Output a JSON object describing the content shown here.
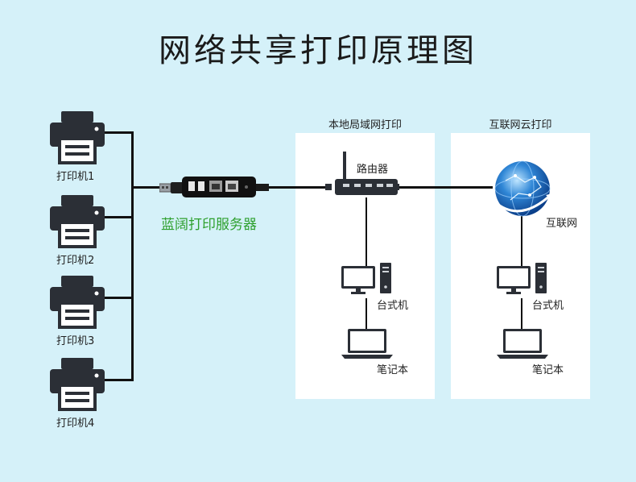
{
  "title": "网络共享打印原理图",
  "printers": [
    {
      "label": "打印机1"
    },
    {
      "label": "打印机2"
    },
    {
      "label": "打印机3"
    },
    {
      "label": "打印机4"
    }
  ],
  "server": {
    "label": "蓝阔打印服务器"
  },
  "lan": {
    "title": "本地局域网打印",
    "router_label": "路由器",
    "desktop_label": "台式机",
    "laptop_label": "笔记本"
  },
  "cloud": {
    "title": "互联网云打印",
    "internet_label": "互联网",
    "desktop_label": "台式机",
    "laptop_label": "笔记本"
  },
  "colors": {
    "background": "#d5f1f9",
    "panel": "#ffffff",
    "server_label": "#2ea02e",
    "device_dark": "#2b2f36"
  }
}
